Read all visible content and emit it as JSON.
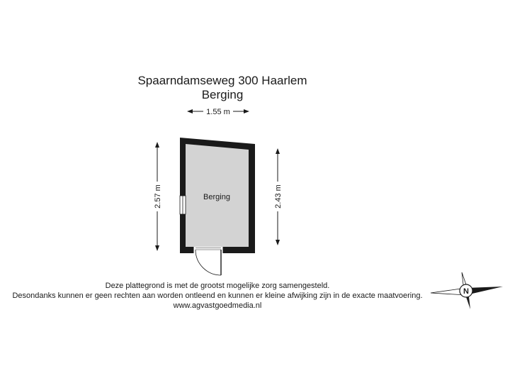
{
  "header": {
    "address": "Spaarndamseweg 300 Haarlem",
    "floor_name": "Berging"
  },
  "plan": {
    "room_label": "Berging",
    "dimensions": {
      "width": "1.55 m",
      "left_height": "2.57 m",
      "right_height": "2.43 m"
    },
    "colors": {
      "wall": "#1a1a1a",
      "floor": "#d3d3d3"
    }
  },
  "footer": {
    "line1": "Deze plattegrond is met de grootst mogelijke zorg samengesteld.",
    "line2": "Desondanks kunnen er geen rechten aan worden ontleend en kunnen er kleine afwijking zijn in de exacte maatvoering.",
    "website": "www.agvastgoedmedia.nl"
  },
  "compass": {
    "letter": "N",
    "icon": "north-compass-icon"
  }
}
